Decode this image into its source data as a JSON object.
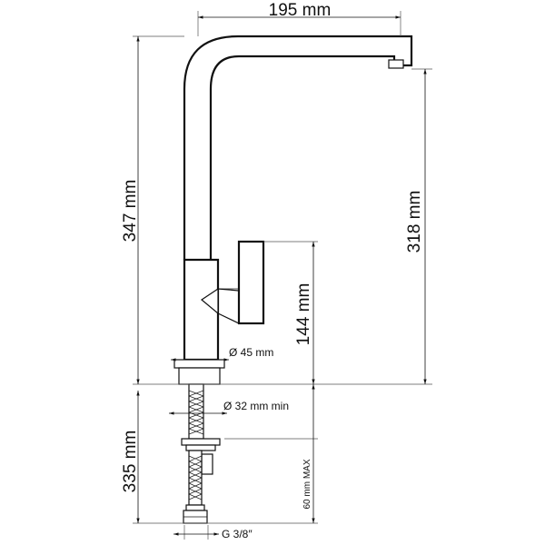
{
  "dimensions": {
    "spout_reach": "195 mm",
    "total_height": "347 mm",
    "spout_height": "318 mm",
    "lever_height": "144 mm",
    "body_diameter": "Ø 45 mm",
    "hole_diameter": "Ø 32 mm min",
    "hose_length": "335 mm",
    "max_thickness": "60 mm MAX",
    "thread": "G 3/8″"
  }
}
